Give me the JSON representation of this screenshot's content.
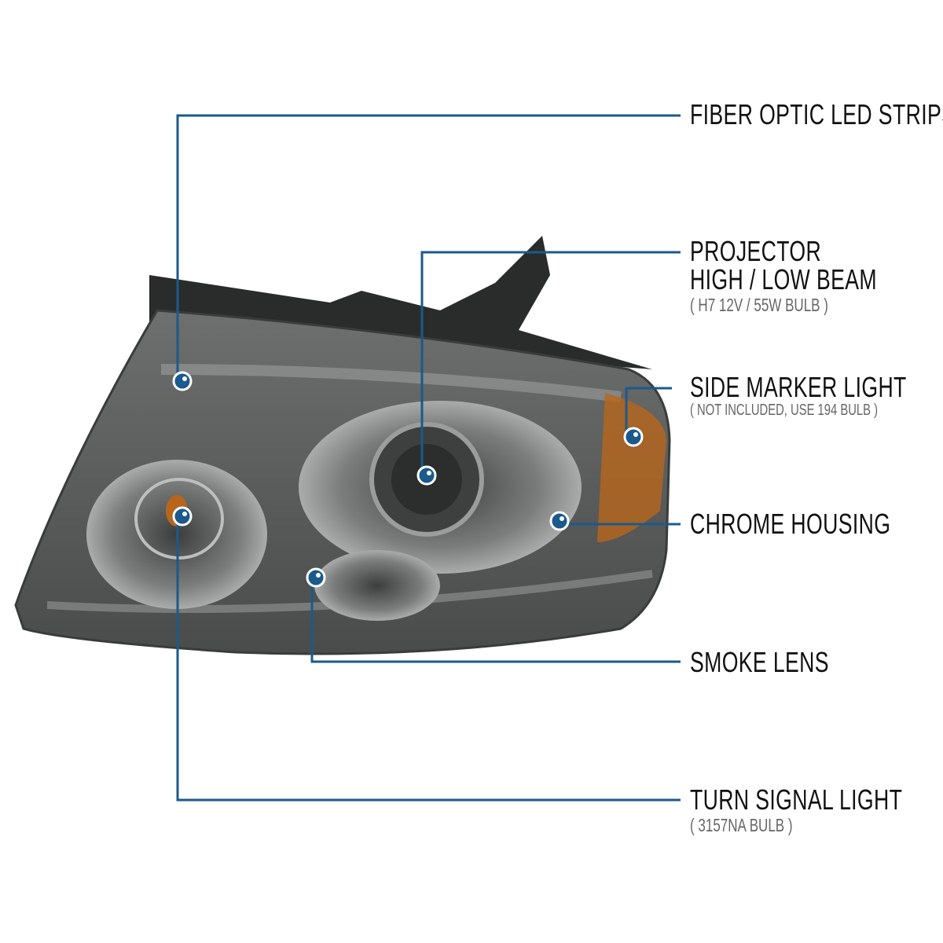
{
  "colors": {
    "leader": "#1a5a8c",
    "text": "#111111",
    "subtext": "#666666",
    "lens": "#5b5e5c",
    "amber": "#b8651c"
  },
  "callouts": [
    {
      "title": "FIBER OPTIC LED STRIPS"
    },
    {
      "title": "PROJECTOR",
      "title2": "HIGH / LOW BEAM",
      "note": "( H7  12V / 55W  BULB )"
    },
    {
      "title": "SIDE MARKER LIGHT",
      "note": "( NOT INCLUDED, USE  194  BULB )"
    },
    {
      "title": "CHROME HOUSING"
    },
    {
      "title": "SMOKE LENS"
    },
    {
      "title": "TURN SIGNAL LIGHT",
      "note": "( 3157NA  BULB )"
    }
  ]
}
